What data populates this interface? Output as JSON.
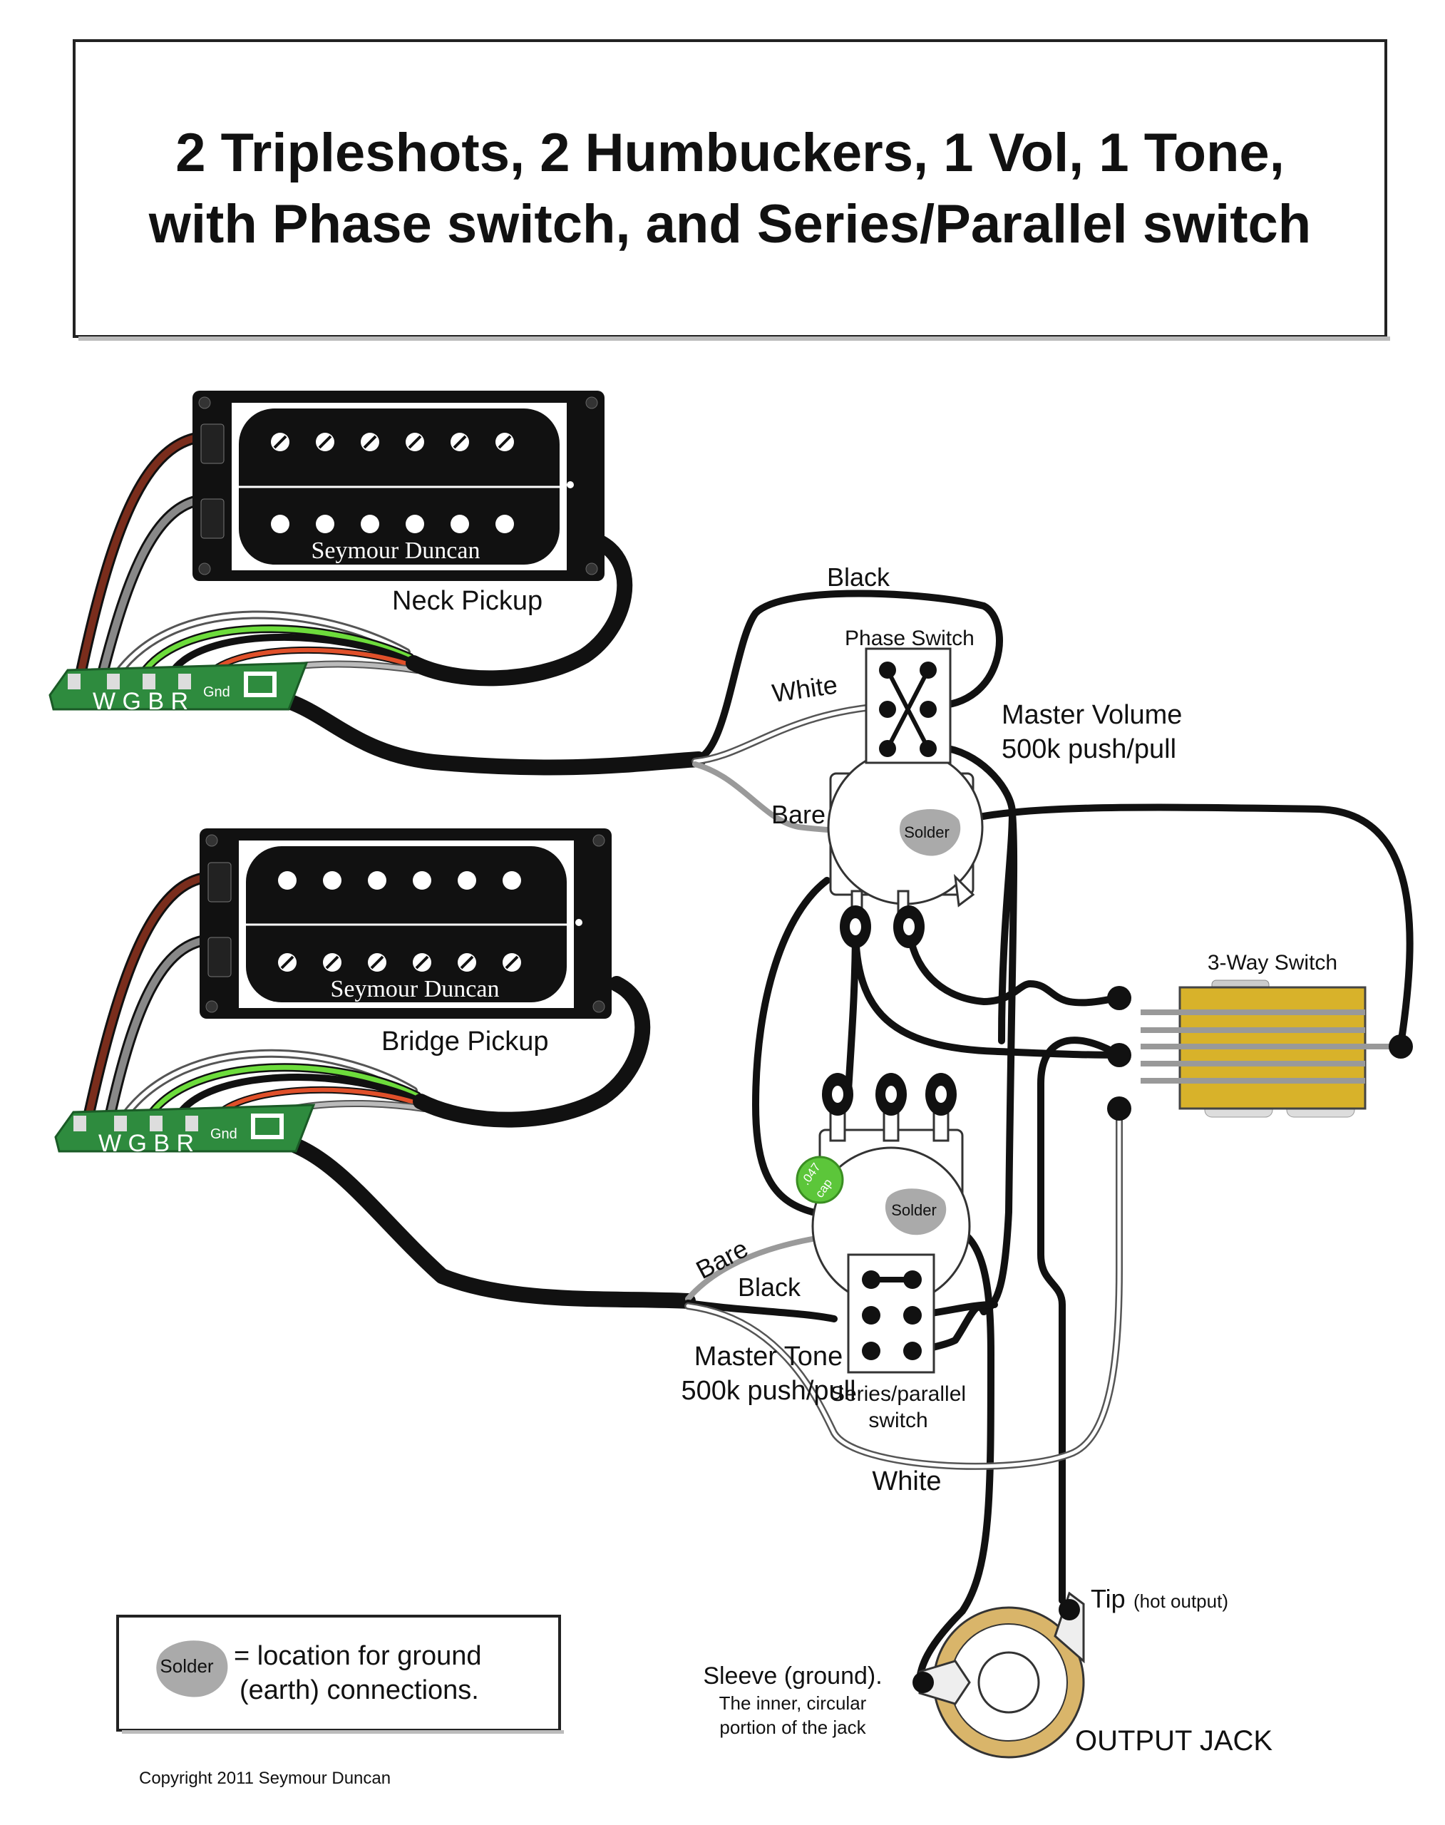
{
  "title": {
    "line1": "2 Tripleshots, 2 Humbuckers, 1 Vol, 1 Tone,",
    "line2": "with Phase switch, and Series/Parallel switch"
  },
  "pickups": {
    "neck": {
      "brand": "Seymour Duncan",
      "label": "Neck Pickup"
    },
    "bridge": {
      "brand": "Seymour Duncan",
      "label": "Bridge Pickup"
    }
  },
  "tripleshot": {
    "letters": "W G B R",
    "gnd": "Gnd"
  },
  "wires": {
    "black_top": "Black",
    "white_top": "White",
    "bare_top": "Bare",
    "bare_bottom": "Bare",
    "black_bottom": "Black",
    "white_bottom": "White"
  },
  "components": {
    "phase_switch": "Phase Switch",
    "master_volume_line1": "Master Volume",
    "master_volume_line2": "500k push/pull",
    "master_tone_line1": "Master Tone",
    "master_tone_line2": "500k push/pull",
    "series_parallel_line1": "Series/parallel",
    "series_parallel_line2": "switch",
    "three_way": "3-Way Switch",
    "solder": "Solder",
    "cap_line1": ".047",
    "cap_line2": "cap"
  },
  "jack": {
    "tip": "Tip",
    "tip_note": "(hot output)",
    "sleeve_line1": "Sleeve (ground).",
    "sleeve_line2": "The inner, circular",
    "sleeve_line3": "portion of the jack",
    "label": "OUTPUT JACK"
  },
  "legend": {
    "solder": "Solder",
    "line1": "= location for ground",
    "line2": "(earth) connections."
  },
  "copyright": "Copyright 2011 Seymour Duncan",
  "colors": {
    "wire_black": "#111111",
    "wire_white": "#ffffff",
    "wire_bare": "#9a9a9a",
    "wire_green": "#6ddc3c",
    "wire_red": "#e0502a",
    "wire_brown": "#7a2d1c",
    "board_green": "#2e8b3e",
    "three_way_yellow": "#d8b22a",
    "cap_green": "#5cc63a",
    "jack_gold": "#d9b56a"
  }
}
